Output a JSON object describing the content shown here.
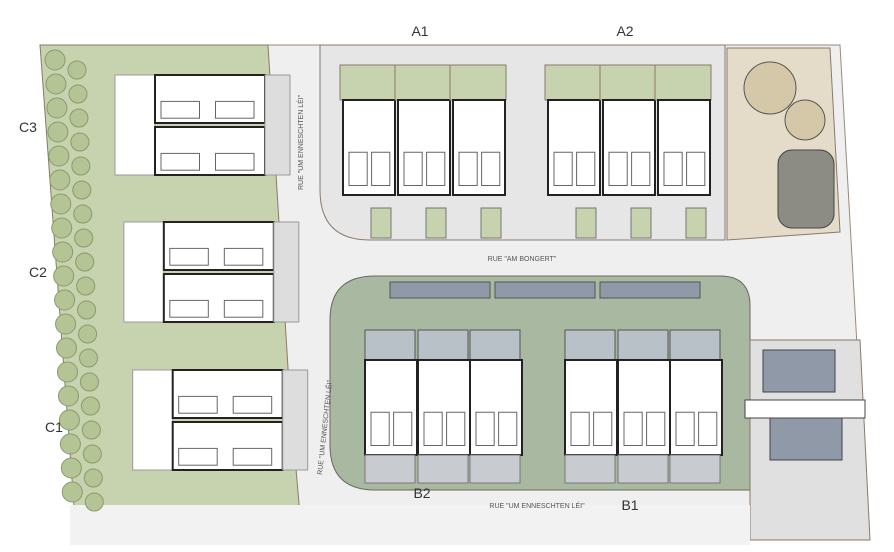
{
  "blocks": {
    "a1": "A1",
    "a2": "A2",
    "b1": "B1",
    "b2": "B2",
    "c1": "C1",
    "c2": "C2",
    "c3": "C3"
  },
  "streets": {
    "am_bongert": "RUE \"AM BONGERT\"",
    "enneschten_lei_north": "RUE \"UM ENNESCHTEN LÉI\"",
    "enneschten_lei_west": "RUE \"UM ENNESCHTEN LÉI\"",
    "enneschten_lei_south": "RUE \"UM ENNESCHTEN LÉI\""
  },
  "colors": {
    "lawn": "#c7d2ae",
    "road": "#efefef",
    "building": "#ffffff",
    "b_block": "#a9b8a0",
    "pavement": "#d9d9d9",
    "playground": "#e4dcc8",
    "solar": "#8f99a8"
  }
}
